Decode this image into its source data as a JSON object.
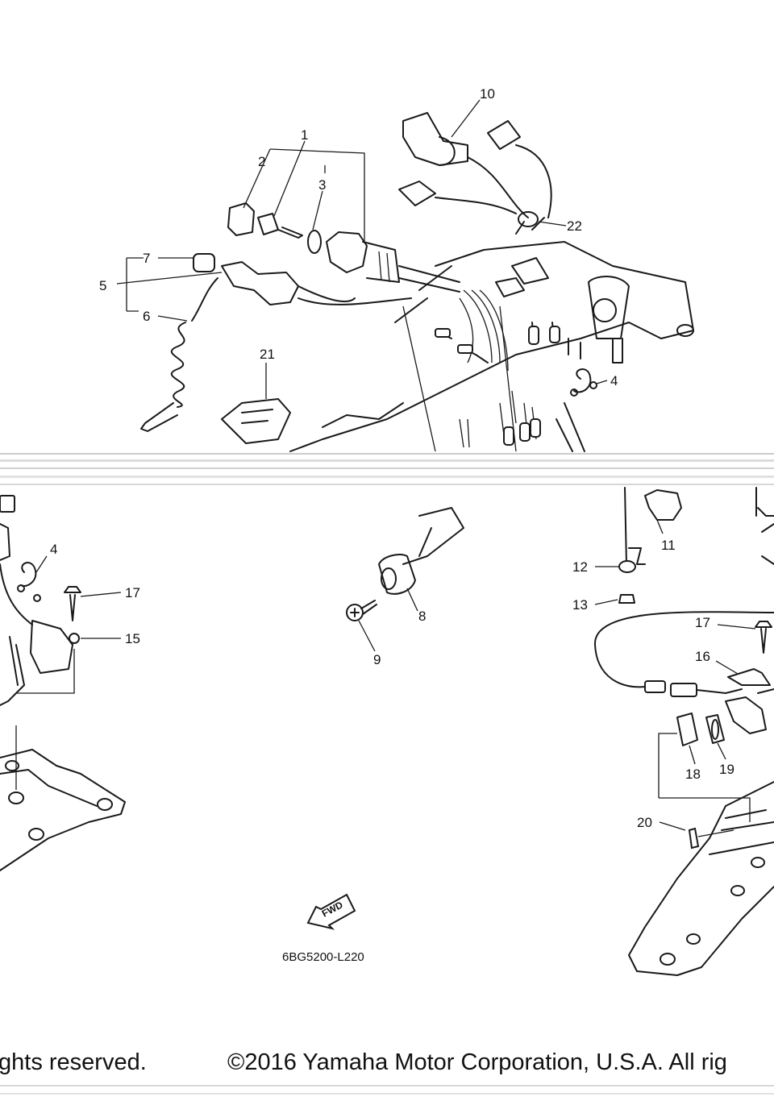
{
  "callouts": {
    "c1": "1",
    "c2": "2",
    "c3": "3",
    "c4a": "4",
    "c4b": "4",
    "c5": "5",
    "c6": "6",
    "c7": "7",
    "c8": "8",
    "c9": "9",
    "c10": "10",
    "c11": "11",
    "c12": "12",
    "c13": "13",
    "c15": "15",
    "c16": "16",
    "c17a": "17",
    "c17b": "17",
    "c18": "18",
    "c19": "19",
    "c20": "20",
    "c21": "21",
    "c22": "22"
  },
  "fwd_arrow_label": "FWD",
  "diagram_code": "6BG5200-L220",
  "footer": {
    "left_text": "ghts reserved.",
    "right_text": "©2016 Yamaha Motor Corporation, U.S.A. All rig"
  }
}
